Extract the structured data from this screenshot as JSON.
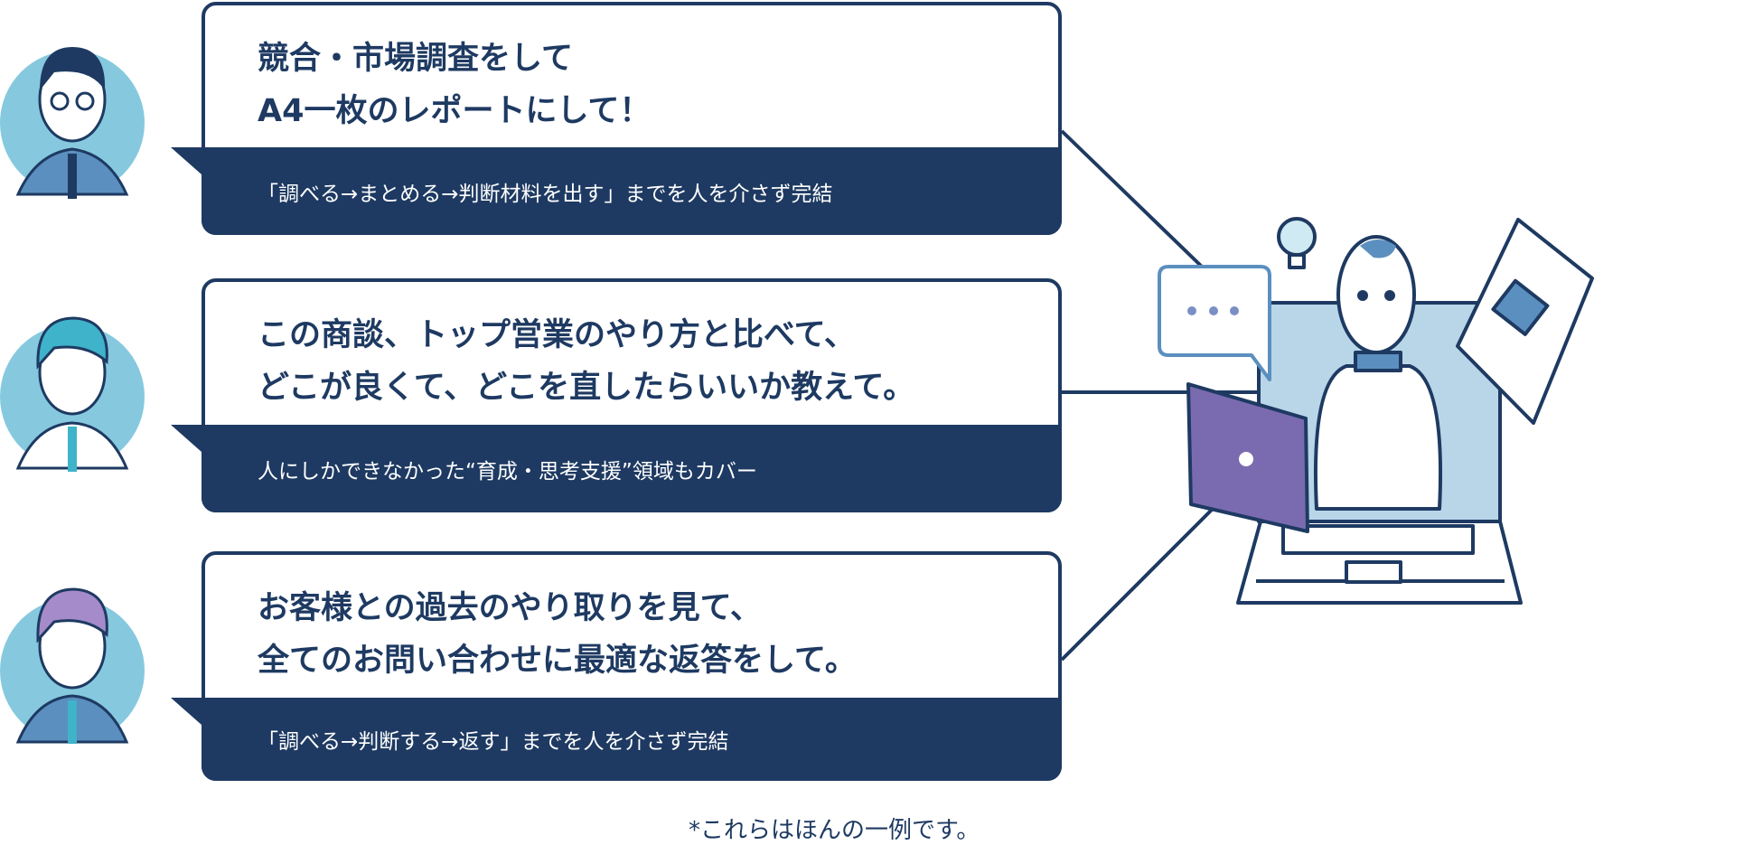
{
  "cards": [
    {
      "title": "競合・市場調査をして\nA4一枚のレポートにして！",
      "subtitle": "「調べる→まとめる→判断材料を出す」までを人を介さず完結"
    },
    {
      "title": "この商談、トップ営業のやり方と比べて、\nどこが良くて、どこを直したらいいか教えて。",
      "subtitle": "人にしかできなかった“育成・思考支援”領域もカバー"
    },
    {
      "title": "お客様との過去のやり取りを見て、\n全てのお問い合わせに最適な返答をして。",
      "subtitle": "「調べる→判断する→返す」までを人を介さず完結"
    }
  ],
  "footnote": "*これらはほんの一例です。",
  "colors": {
    "navy": "#1e3a62",
    "sky": "#86c9df",
    "blue": "#5b8fbf",
    "purple": "#7a6bb0"
  }
}
